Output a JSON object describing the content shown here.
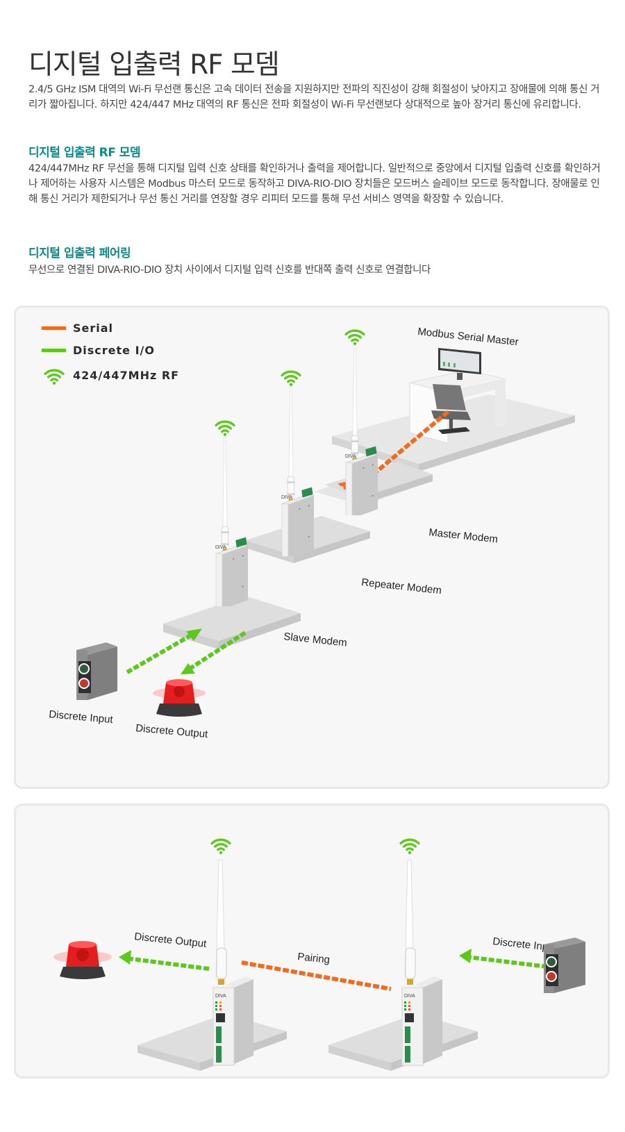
{
  "header": {
    "title": "디지털 입출력 RF 모뎀",
    "intro": "2.4/5 GHz ISM 대역의 Wi-Fi 무선랜 통신은 고속 데이터 전송을 지원하지만 전파의 직진성이 강해 회절성이 낮아지고 장애물에 의해 통신 거리가 짧아집니다. 하지만 424/447 MHz 대역의 RF 통신은 전파 회절성이 Wi-Fi 무선랜보다 상대적으로 높아 장거리 통신에 유리합니다."
  },
  "sections": [
    {
      "heading": "디지털 입출력 RF 모뎀",
      "body": "424/447MHz RF 무선을 통해 디지털 입력 신호 상태를 확인하거나 출력을 제어합니다. 일반적으로 중앙에서 디지털 입출력 신호를 확인하거나 제어하는 사용자 시스템은 Modbus 마스터 모드로 동작하고 DIVA-RIO-DIO 장치들은 모드버스 슬레이브 모드로 동작합니다. 장애물로 인해 통신 거리가 제한되거나 무선 통신 거리를 연장할 경우 리피터 모드를 통해 무선 서비스 영역을 확장할 수 있습니다."
    },
    {
      "heading": "디지털 입출력 페어링",
      "body": "무선으로 연결된 DIVA-RIO-DIO 장치 사이에서 디지털 입력 신호를 반대쪽 출력 신호로 연결합니다"
    }
  ],
  "colors": {
    "serial": "#f26b1d",
    "discrete": "#5cc81a",
    "rf": "#5cc81a",
    "heading": "#0e8a8a"
  },
  "diagram1": {
    "legend": [
      {
        "type": "serial-line",
        "label": "Serial"
      },
      {
        "type": "discrete-line",
        "label": "Discrete I/O"
      },
      {
        "type": "wifi-icon",
        "label": "424/447MHz RF"
      }
    ],
    "labels": {
      "master_pc": "Modbus Serial Master",
      "master": "Master Modem",
      "repeater": "Repeater Modem",
      "slave": "Slave Modem",
      "input": "Discrete Input",
      "output": "Discrete Output"
    },
    "device_brand": "DIVA"
  },
  "diagram2": {
    "labels": {
      "output": "Discrete Output",
      "pairing": "Pairing",
      "input": "Discrete Input"
    },
    "device_brand": "DIVA"
  }
}
